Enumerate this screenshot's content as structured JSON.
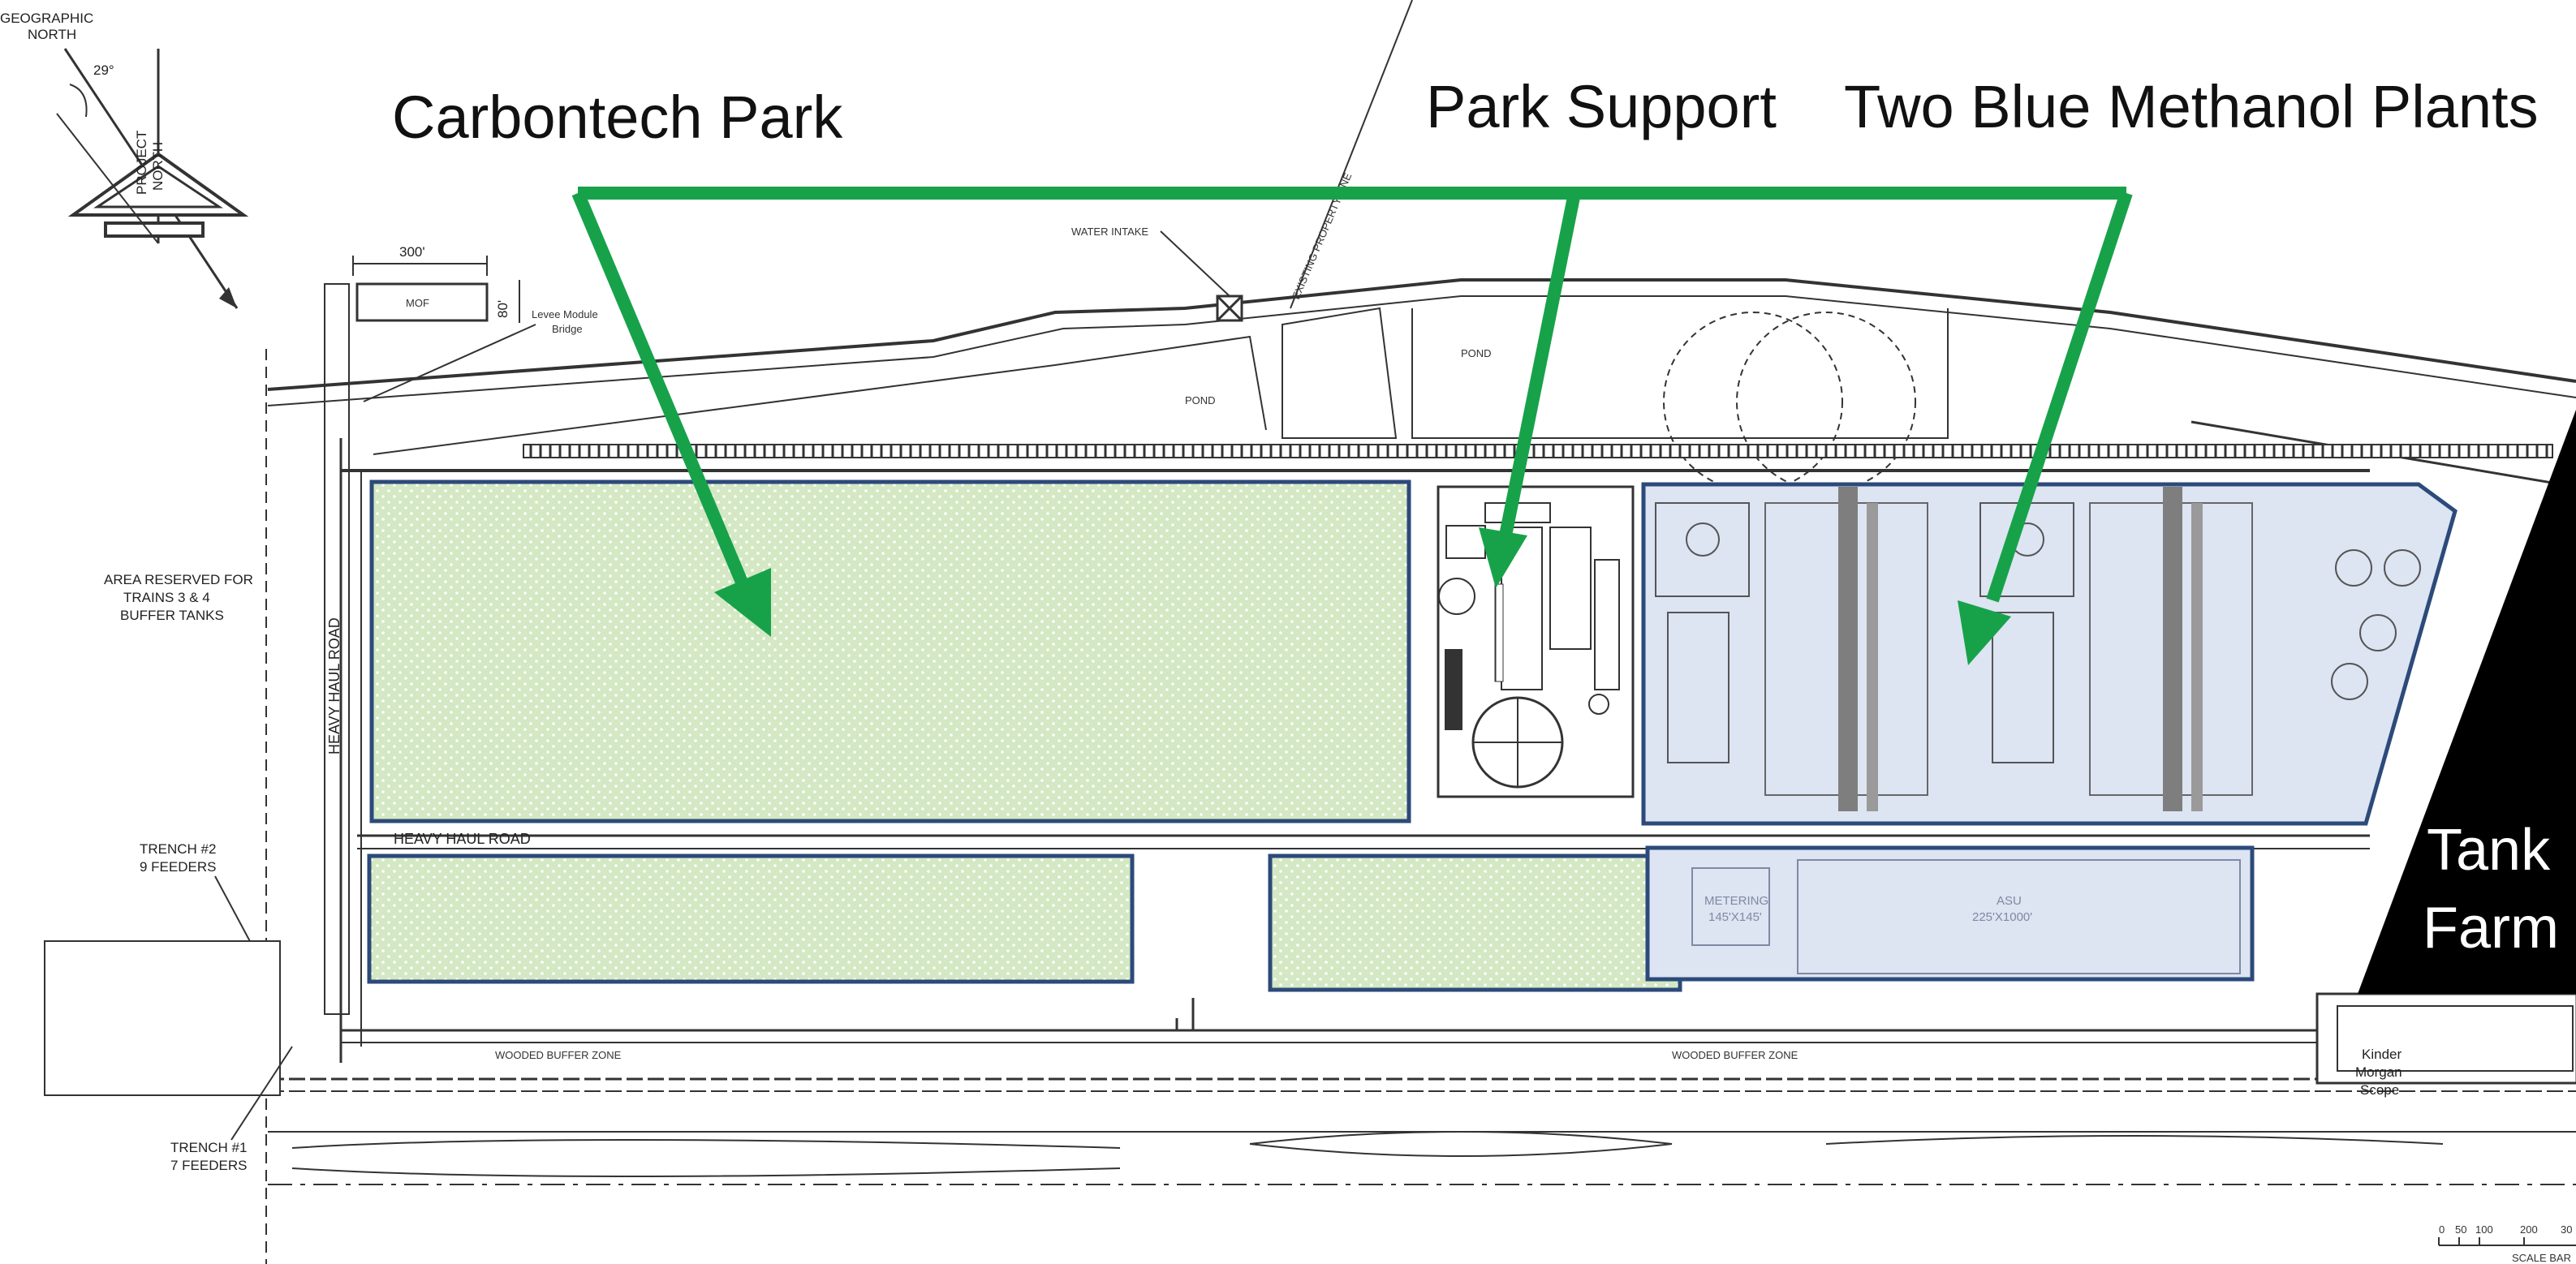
{
  "labels": {
    "carbontech": "Carbontech Park",
    "park_support": "Park Support",
    "methanol": "Two Blue Methanol Plants",
    "tank_line1": "Tank",
    "tank_line2": "Farm"
  },
  "drawing": {
    "north_geo_1": "GEOGRAPHIC",
    "north_geo_2": "NORTH",
    "north_angle": "29°",
    "north_proj_1": "PROJECT",
    "north_proj_2": "NORTH",
    "dim_300": "300'",
    "dim_80": "80'",
    "mof": "MOF",
    "levee_1": "Levee Module",
    "levee_2": "Bridge",
    "water_intake": "WATER INTAKE",
    "property_line": "EXISTING PROPERTY LINE",
    "pond": "POND",
    "pond2": "POND",
    "heavy_haul_vertical": "HEAVY HAUL ROAD",
    "heavy_haul_horizontal": "HEAVY HAUL ROAD",
    "reserved_1": "AREA RESERVED FOR",
    "reserved_2": "TRAINS 3 & 4",
    "reserved_3": "BUFFER TANKS",
    "trench2_1": "TRENCH #2",
    "trench2_2": "9 FEEDERS",
    "trench1_1": "TRENCH #1",
    "trench1_2": "7 FEEDERS",
    "wooded_buffer": "WOODED BUFFER ZONE",
    "wooded_buffer2": "WOODED BUFFER ZONE",
    "metering_1": "METERING",
    "metering_2": "145'X145'",
    "asu_1": "ASU",
    "asu_2": "225'X1000'",
    "kinder_1": "Kinder",
    "kinder_2": "Morgan",
    "kinder_3": "Scope"
  },
  "scale_bar": {
    "ticks": [
      "0",
      "50",
      "100",
      "200",
      "30"
    ],
    "label": "SCALE BAR"
  },
  "colors": {
    "arrow": "#17a24a",
    "park_fill": "#d3e8c3",
    "plant_fill": "#dde4f2",
    "outline_blue": "#2c4a7a",
    "tank_farm": "#000000"
  }
}
